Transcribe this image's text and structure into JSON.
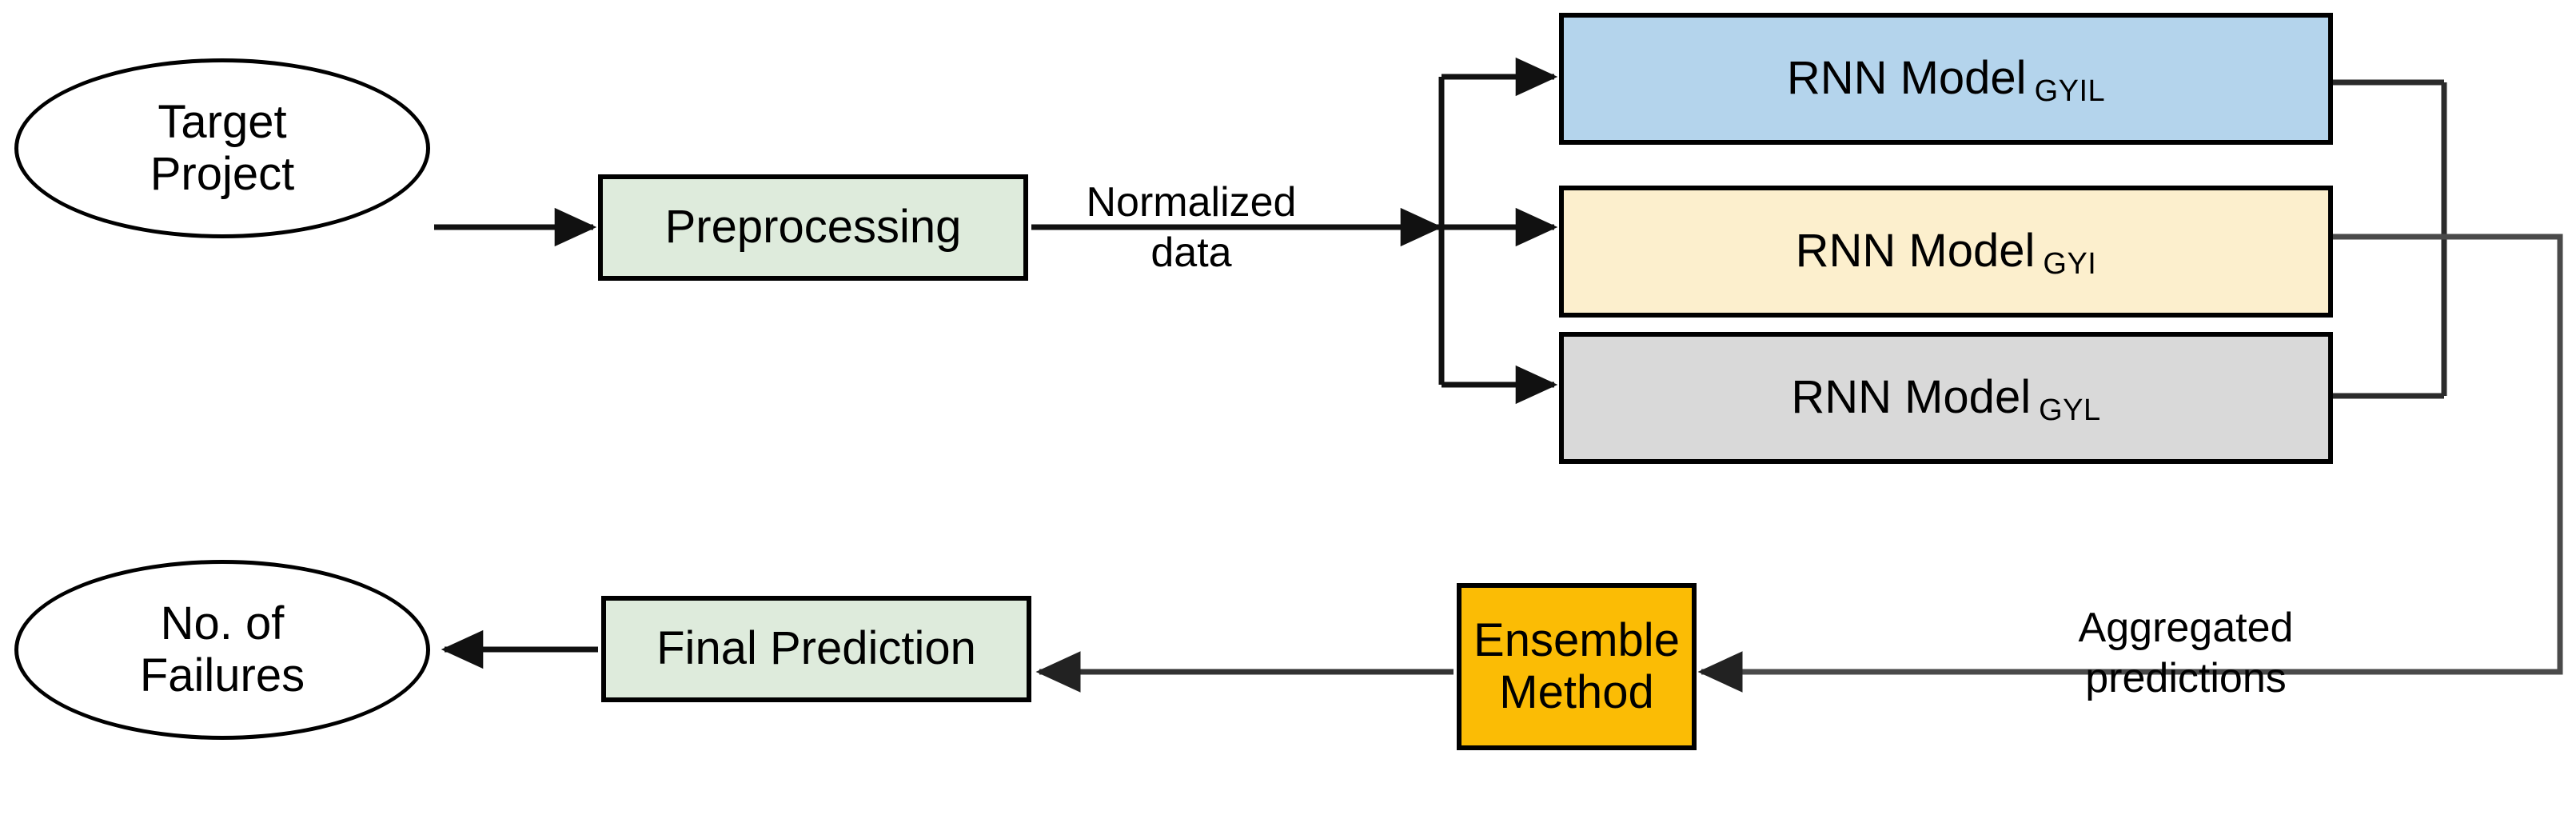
{
  "diagram": {
    "title": "RNN ensemble failure-prediction pipeline",
    "background_color": "#FFFFFF",
    "stroke_color": "#000000",
    "nodes": {
      "target_project": {
        "shape": "ellipse",
        "line1": "Target",
        "line2": "Project",
        "fill": "#FFFFFF"
      },
      "preprocessing": {
        "shape": "rectangle",
        "label": "Preprocessing",
        "fill": "#DEEBDC"
      },
      "rnn_gyil": {
        "shape": "rectangle",
        "label": "RNN Model",
        "subscript": "GYIL",
        "fill": "#B4D4EC"
      },
      "rnn_gyi": {
        "shape": "rectangle",
        "label": "RNN Model",
        "subscript": "GYI",
        "fill": "#FCEFCD"
      },
      "rnn_gyl": {
        "shape": "rectangle",
        "label": "RNN Model",
        "subscript": "GYL",
        "fill": "#D9D9D9"
      },
      "ensemble_method": {
        "shape": "rectangle",
        "line1": "Ensemble",
        "line2": "Method",
        "fill": "#FBBC05"
      },
      "final_prediction": {
        "shape": "rectangle",
        "label": "Final Prediction",
        "fill": "#DEEBDC"
      },
      "no_of_failures": {
        "shape": "ellipse",
        "line1": "No. of",
        "line2": "Failures",
        "fill": "#FFFFFF"
      }
    },
    "edge_labels": {
      "normalized_data": {
        "line1": "Normalized",
        "line2": "data"
      },
      "aggregated_predictions": {
        "line1": "Aggregated",
        "line2": "predictions"
      }
    },
    "edges": [
      {
        "from": "target_project",
        "to": "preprocessing",
        "label": ""
      },
      {
        "from": "preprocessing",
        "to": "rnn_split",
        "label": "Normalized data"
      },
      {
        "from": "rnn_split",
        "to": "rnn_gyil",
        "label": ""
      },
      {
        "from": "rnn_split",
        "to": "rnn_gyi",
        "label": ""
      },
      {
        "from": "rnn_split",
        "to": "rnn_gyl",
        "label": ""
      },
      {
        "from": "rnn_gyil",
        "to": "merge",
        "label": ""
      },
      {
        "from": "rnn_gyi",
        "to": "merge",
        "label": ""
      },
      {
        "from": "rnn_gyl",
        "to": "merge",
        "label": ""
      },
      {
        "from": "merge",
        "to": "ensemble_method",
        "label": "Aggregated predictions"
      },
      {
        "from": "ensemble_method",
        "to": "final_prediction",
        "label": ""
      },
      {
        "from": "final_prediction",
        "to": "no_of_failures",
        "label": ""
      }
    ]
  }
}
